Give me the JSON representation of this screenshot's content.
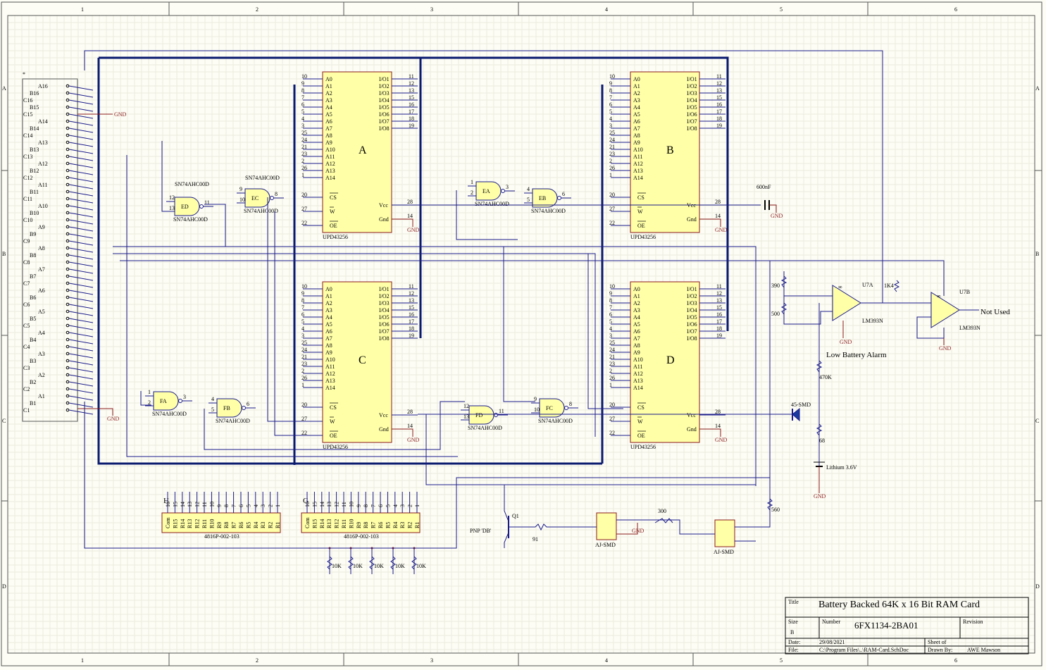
{
  "border": {
    "columns": [
      "1",
      "2",
      "3",
      "4",
      "5",
      "6"
    ],
    "rows": [
      "A",
      "B",
      "C",
      "D"
    ]
  },
  "connector": {
    "pins": [
      "A16",
      "B16",
      "C16",
      "B15",
      "C15",
      "A14",
      "B14",
      "C14",
      "A13",
      "B13",
      "C13",
      "A12",
      "B12",
      "C12",
      "A11",
      "B11",
      "C11",
      "A10",
      "B10",
      "C10",
      "A9",
      "B9",
      "C9",
      "A8",
      "B8",
      "C8",
      "A7",
      "B7",
      "C7",
      "A6",
      "B6",
      "C6",
      "A5",
      "B5",
      "C5",
      "A4",
      "B4",
      "C4",
      "A3",
      "B3",
      "C3",
      "A2",
      "B2",
      "C2",
      "A1",
      "B1",
      "C1"
    ],
    "star": "*",
    "gnd_label": "GND"
  },
  "memory": [
    {
      "name": "A",
      "part": "UPD43256"
    },
    {
      "name": "B",
      "part": "UPD43256"
    },
    {
      "name": "C",
      "part": "UPD43256"
    },
    {
      "name": "D",
      "part": "UPD43256"
    }
  ],
  "mem_pins_left": [
    "A0",
    "A1",
    "A2",
    "A3",
    "A4",
    "A5",
    "A6",
    "A7",
    "A8",
    "A9",
    "A10",
    "A11",
    "A12",
    "A13",
    "A14"
  ],
  "mem_pin_nums_left": [
    "10",
    "9",
    "8",
    "7",
    "6",
    "5",
    "4",
    "3",
    "25",
    "24",
    "21",
    "23",
    "2",
    "26",
    "1"
  ],
  "mem_pins_right": [
    "I/O1",
    "I/O2",
    "I/O3",
    "I/O4",
    "I/O5",
    "I/O6",
    "I/O7",
    "I/O8"
  ],
  "mem_pin_nums_right": [
    "11",
    "12",
    "13",
    "15",
    "16",
    "17",
    "18",
    "19"
  ],
  "mem_ctrl": {
    "cs": "CS",
    "w": "W",
    "oe": "OE",
    "vcc": "Vcc",
    "gnd": "Gnd",
    "cs_n": "20",
    "w_n": "27",
    "oe_n": "22",
    "vcc_n": "28",
    "gnd_n": "14"
  },
  "gates": [
    {
      "name": "ED",
      "part": "SN74AHC00D",
      "in1": "12",
      "in2": "13",
      "out": "11"
    },
    {
      "name": "EC",
      "part": "SN74AHC00D",
      "in1": "9",
      "in2": "10",
      "out": "8"
    },
    {
      "name": "EA",
      "part": "SN74AHC00D",
      "in1": "1",
      "in2": "2",
      "out": "3"
    },
    {
      "name": "EB",
      "part": "SN74AHC00D",
      "in1": "4",
      "in2": "5",
      "out": "6"
    },
    {
      "name": "FA",
      "part": "SN74AHC00D",
      "in1": "1",
      "in2": "2",
      "out": "3"
    },
    {
      "name": "FB",
      "part": "SN74AHC00D",
      "in1": "4",
      "in2": "5",
      "out": "6"
    },
    {
      "name": "FD",
      "part": "SN74AHC00D",
      "in1": "12",
      "in2": "13",
      "out": "11"
    },
    {
      "name": "FC",
      "part": "SN74AHC00D",
      "in1": "9",
      "in2": "10",
      "out": "8"
    }
  ],
  "resistor_packs": [
    {
      "name": "H",
      "part": "4816P-002-103",
      "pins": [
        "Com",
        "R15",
        "R14",
        "R13",
        "R12",
        "R11",
        "R10",
        "R9",
        "R8",
        "R7",
        "R6",
        "R5",
        "R4",
        "R3",
        "R2",
        "R1"
      ],
      "nums": [
        "16",
        "15",
        "14",
        "13",
        "12",
        "11",
        "10",
        "9",
        "8",
        "7",
        "6",
        "5",
        "4",
        "3",
        "2",
        "1"
      ]
    },
    {
      "name": "G",
      "part": "4816P-002-103",
      "pins": [
        "Com",
        "R15",
        "R14",
        "R13",
        "R12",
        "R11",
        "R10",
        "R9",
        "R8",
        "R7",
        "R6",
        "R5",
        "R4",
        "R3",
        "R2",
        "R1"
      ],
      "nums": [
        "16",
        "15",
        "14",
        "13",
        "12",
        "11",
        "10",
        "9",
        "8",
        "7",
        "6",
        "5",
        "4",
        "3",
        "2",
        "1"
      ]
    }
  ],
  "pullups": [
    "10K",
    "10K",
    "10K",
    "10K",
    "10K"
  ],
  "analog": {
    "cap": "600nF",
    "r390": "390",
    "r500": "500",
    "r1k4": "1K4",
    "u7a": "U7A",
    "u7b": "U7B",
    "opamp_part": "LM393N",
    "not_used": "Not Used",
    "alarm": "Low Battery Alarm",
    "r470k": "470K",
    "diode": "45-SMD",
    "r68": "68",
    "battery": "Lithium 3.6V",
    "r560": "560",
    "r300": "300",
    "r91": "91",
    "q1": "Q1",
    "q1_type": "PNP 'DB'",
    "aj": "AJ-SMD",
    "gnd": "GND",
    "inf": "∞"
  },
  "title_block": {
    "title_label": "Title",
    "title": "Battery Backed 64K x 16 Bit RAM Card",
    "size_label": "Size",
    "size": "B",
    "number_label": "Number",
    "number": "6FX1134-2BA01",
    "revision_label": "Revision",
    "date_label": "Date:",
    "date": "29/08/2021",
    "sheet_label": "Sheet   of",
    "file_label": "File:",
    "file": "C:\\Program Files\\..\\RAM-Card.SchDoc",
    "drawn_label": "Drawn By:",
    "drawn": "AWE Mawson"
  },
  "colors": {
    "wire": "#1a1a8a",
    "bus": "#0a1a6e",
    "chip": "#ffffa8",
    "outline": "#8a1a1a",
    "paper": "#fdfdf5"
  }
}
